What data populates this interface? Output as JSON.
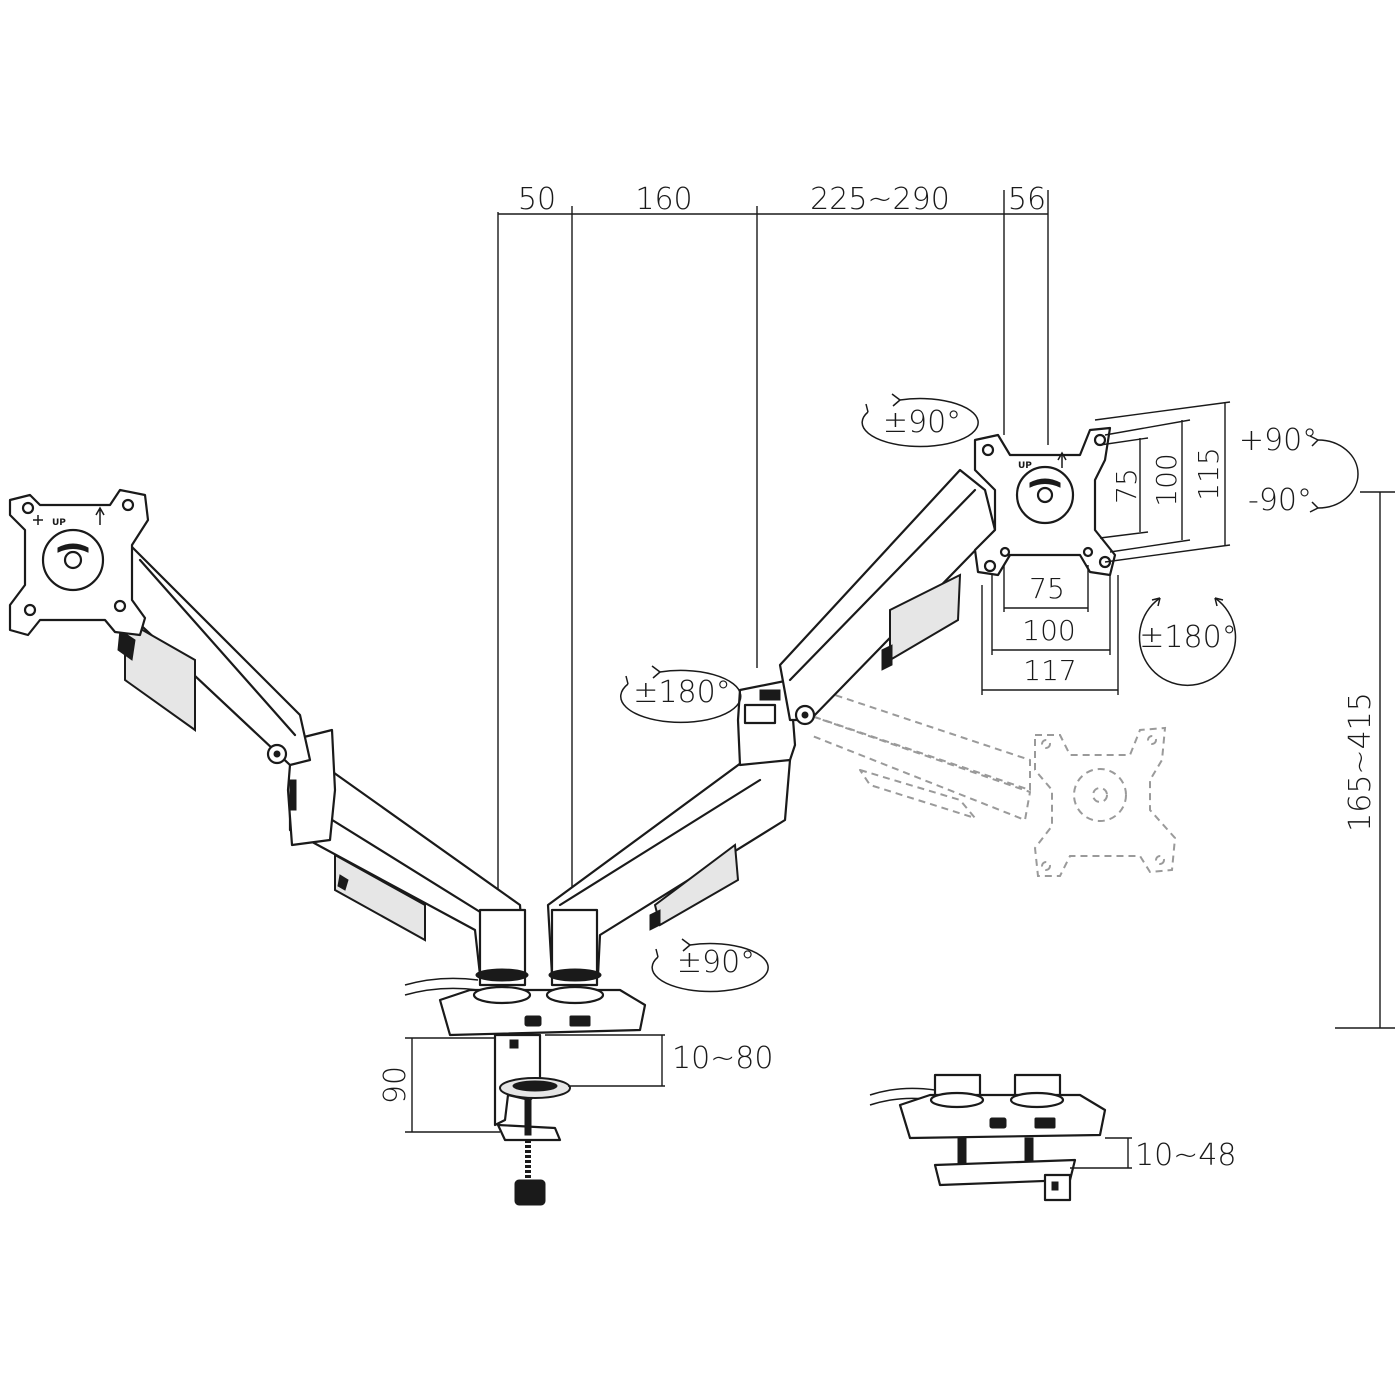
{
  "dimensions": {
    "top": {
      "arm_offset": "50",
      "arm_spacing": "160",
      "arm_reach": "225~290",
      "plate_depth": "56"
    },
    "vesa_vertical": {
      "v75": "75",
      "v100": "100",
      "v115": "115"
    },
    "vesa_horizontal": {
      "h75": "75",
      "h100": "100",
      "h117": "117"
    },
    "height_range": "165~415",
    "clamp_height": "90",
    "desk_thickness_clamp": "10~80",
    "desk_thickness_grommet": "10~48"
  },
  "rotations": {
    "tilt_top": "±90°",
    "tilt_up": "+90°",
    "tilt_down": "-90°",
    "swivel_plate": "±180°",
    "swivel_arm": "±180°",
    "swivel_base": "±90°"
  },
  "plate_marking": "UP"
}
